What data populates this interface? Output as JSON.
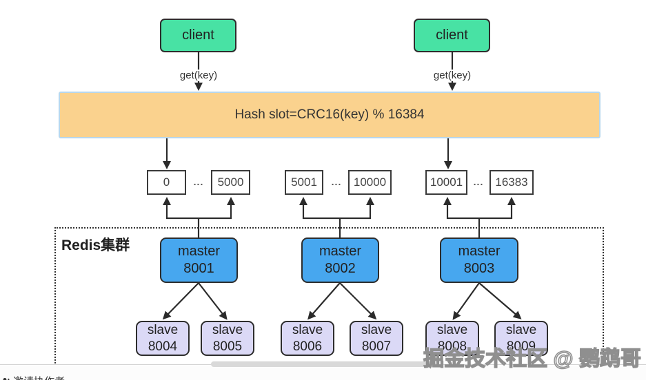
{
  "clients": [
    {
      "label": "client",
      "arrow_label": "get(key)"
    },
    {
      "label": "client",
      "arrow_label": "get(key)"
    }
  ],
  "hash_box": {
    "label": "Hash slot=CRC16(key) % 16384"
  },
  "slot_groups": [
    {
      "start": "0",
      "dots": "...",
      "end": "5000"
    },
    {
      "start": "5001",
      "dots": "...",
      "end": "10000"
    },
    {
      "start": "10001",
      "dots": "...",
      "end": "16383"
    }
  ],
  "cluster": {
    "label": "Redis集群",
    "masters": [
      {
        "role": "master",
        "port": "8001"
      },
      {
        "role": "master",
        "port": "8002"
      },
      {
        "role": "master",
        "port": "8003"
      }
    ],
    "slaves": [
      {
        "role": "slave",
        "port": "8004"
      },
      {
        "role": "slave",
        "port": "8005"
      },
      {
        "role": "slave",
        "port": "8006"
      },
      {
        "role": "slave",
        "port": "8007"
      },
      {
        "role": "slave",
        "port": "8008"
      },
      {
        "role": "slave",
        "port": "8009"
      }
    ]
  },
  "watermark": "掘金技术社区 @ 鹦鹉哥",
  "footer": {
    "invite_label": "邀请协作者"
  },
  "colors": {
    "client_fill": "#48e2a4",
    "master_fill": "#47a7ef",
    "slave_fill": "#dbd9f6",
    "hash_fill": "#fad28e",
    "hash_border": "#b7d7ec",
    "node_border": "#2d2d2d"
  }
}
